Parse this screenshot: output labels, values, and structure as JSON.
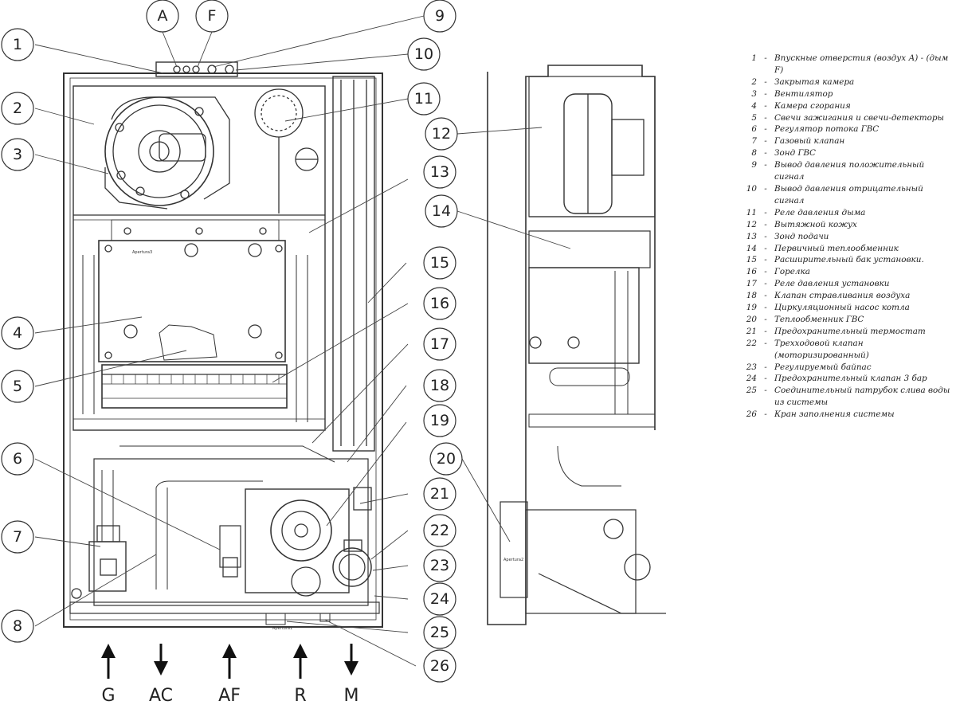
{
  "callouts": {
    "c1": "1",
    "c2": "2",
    "c3": "3",
    "c4": "4",
    "c5": "5",
    "c6": "6",
    "c7": "7",
    "c8": "8",
    "c9": "9",
    "c10": "10",
    "c11": "11",
    "c12": "12",
    "c13": "13",
    "c14": "14",
    "c15": "15",
    "c16": "16",
    "c17": "17",
    "c18": "18",
    "c19": "19",
    "c20": "20",
    "c21": "21",
    "c22": "22",
    "c23": "23",
    "c24": "24",
    "c25": "25",
    "c26": "26",
    "cA": "A",
    "cF": "F"
  },
  "connections": [
    "G",
    "AC",
    "AF",
    "R",
    "M"
  ],
  "small_marks": {
    "apertura_a": "Apertura3",
    "apertura_b": "Apertura1",
    "apertura_c": "Apertura2"
  },
  "legend": [
    {
      "num": "1",
      "text": "Впускные отверстия (воздух А) - (дым F)"
    },
    {
      "num": "2",
      "text": "Закрытая камера"
    },
    {
      "num": "3",
      "text": "Вентилятор"
    },
    {
      "num": "4",
      "text": "Камера сгорания"
    },
    {
      "num": "5",
      "text": "Свечи зажигания и свечи-детекторы"
    },
    {
      "num": "6",
      "text": "Регулятор потока ГВС"
    },
    {
      "num": "7",
      "text": "Газовый клапан"
    },
    {
      "num": "8",
      "text": "Зонд ГВС"
    },
    {
      "num": "9",
      "text": "Вывод давления положительный сигнал"
    },
    {
      "num": "10",
      "text": "Вывод давления отрицательный сигнал"
    },
    {
      "num": "11",
      "text": "Реле давления дыма"
    },
    {
      "num": "12",
      "text": "Вытяжной кожух"
    },
    {
      "num": "13",
      "text": "Зонд подачи"
    },
    {
      "num": "14",
      "text": "Первичный теплообменник"
    },
    {
      "num": "15",
      "text": "Расширительный бак установки."
    },
    {
      "num": "16",
      "text": "Горелка"
    },
    {
      "num": "17",
      "text": "Реле давления установки"
    },
    {
      "num": "18",
      "text": "Клапан стравливания воздуха"
    },
    {
      "num": "19",
      "text": "Циркуляционный насос котла"
    },
    {
      "num": "20",
      "text": "Теплообменник ГВС"
    },
    {
      "num": "21",
      "text": "Предохранительный термостат"
    },
    {
      "num": "22",
      "text": "Трехходовой клапан  (моторизированный)"
    },
    {
      "num": "23",
      "text": "Регулируемый байпас"
    },
    {
      "num": "24",
      "text": "Предохранительный клапан 3 бар"
    },
    {
      "num": "25",
      "text": "Соединительный патрубок слива воды из системы"
    },
    {
      "num": "26",
      "text": "Кран заполнения системы"
    }
  ]
}
